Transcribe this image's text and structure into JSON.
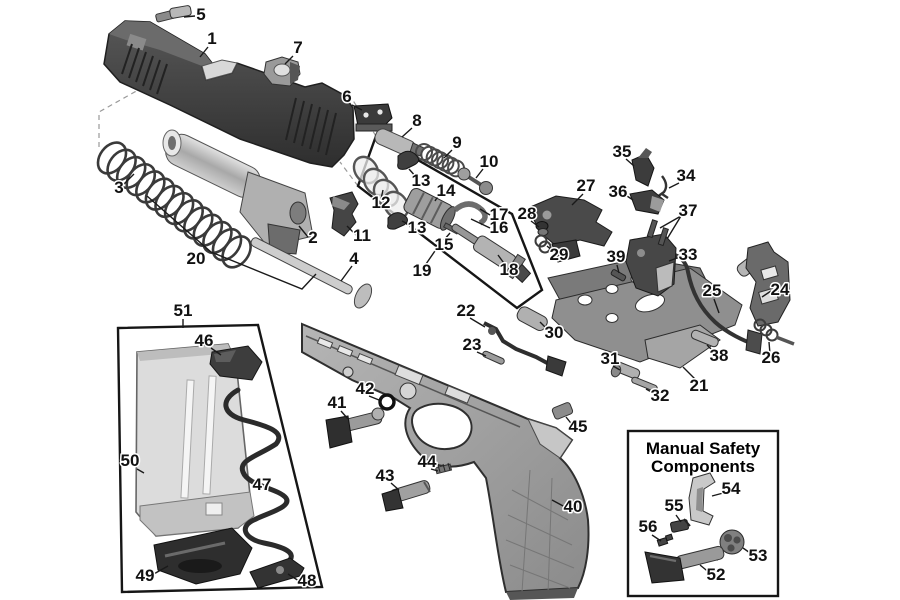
{
  "diagram": {
    "type": "exploded-parts-diagram",
    "colors": {
      "background": "#ffffff",
      "line": "#1a1a1a",
      "part_dark": "#3f3f3f",
      "part_mid": "#8f8f8f",
      "part_light": "#d9d9d9"
    },
    "manual_safety_box": {
      "title_line1": "Manual Safety",
      "title_line2": "Components"
    },
    "parts": {
      "p1": "1",
      "p2": "2",
      "p3": "3",
      "p4": "4",
      "p5": "5",
      "p6": "6",
      "p7": "7",
      "p8": "8",
      "p9": "9",
      "p10": "10",
      "p11": "11",
      "p12": "12",
      "p13a": "13",
      "p13b": "13",
      "p14": "14",
      "p15": "15",
      "p16": "16",
      "p17": "17",
      "p18": "18",
      "p19": "19",
      "p20": "20",
      "p21": "21",
      "p22": "22",
      "p23": "23",
      "p24": "24",
      "p25": "25",
      "p26": "26",
      "p27": "27",
      "p28": "28",
      "p29": "29",
      "p30": "30",
      "p31": "31",
      "p32": "32",
      "p33": "33",
      "p34": "34",
      "p35": "35",
      "p36": "36",
      "p37": "37",
      "p38": "38",
      "p39": "39",
      "p40": "40",
      "p41": "41",
      "p42": "42",
      "p43": "43",
      "p44": "44",
      "p45": "45",
      "p46": "46",
      "p47": "47",
      "p48": "48",
      "p49": "49",
      "p50": "50",
      "p51": "51",
      "p52": "52",
      "p53": "53",
      "p54": "54",
      "p55": "55",
      "p56": "56"
    }
  }
}
